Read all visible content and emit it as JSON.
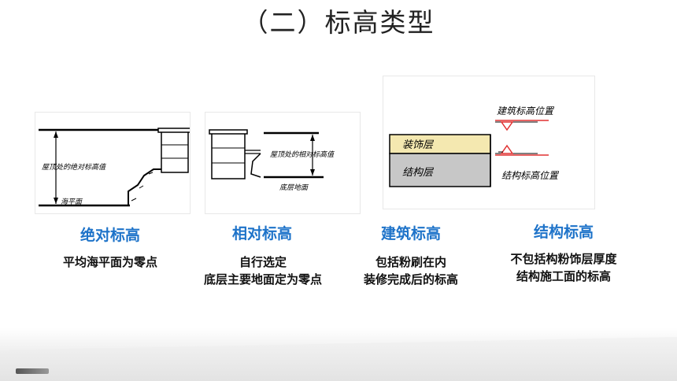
{
  "title": "（二）标高类型",
  "columns": [
    {
      "heading": "绝对标高",
      "lines": [
        "平均海平面为零点"
      ],
      "diagram_labels": {
        "height": "屋顶处的绝对标高值",
        "base": "海平面"
      }
    },
    {
      "heading": "相对标高",
      "lines": [
        "自行选定",
        "底层主要地面定为零点"
      ],
      "diagram_labels": {
        "height": "屋顶处的相对标高值",
        "base": "底层地面"
      }
    },
    {
      "heading": "建筑标高",
      "lines": [
        "包括粉刷在内",
        "装修完成后的标高"
      ],
      "diagram_labels": {
        "arch_pos": "建筑标高位置",
        "finish_layer": "装饰层",
        "struct_layer": "结构层",
        "struct_pos": "结构标高位置"
      }
    },
    {
      "heading": "结构标高",
      "lines": [
        "不包括构粉饰层厚度",
        "结构施工面的标高"
      ]
    }
  ],
  "colors": {
    "heading": "#1e73c9",
    "finish_layer": "#f4e8b0",
    "struct_layer": "#c7c7c7",
    "marker": "#e03030"
  }
}
